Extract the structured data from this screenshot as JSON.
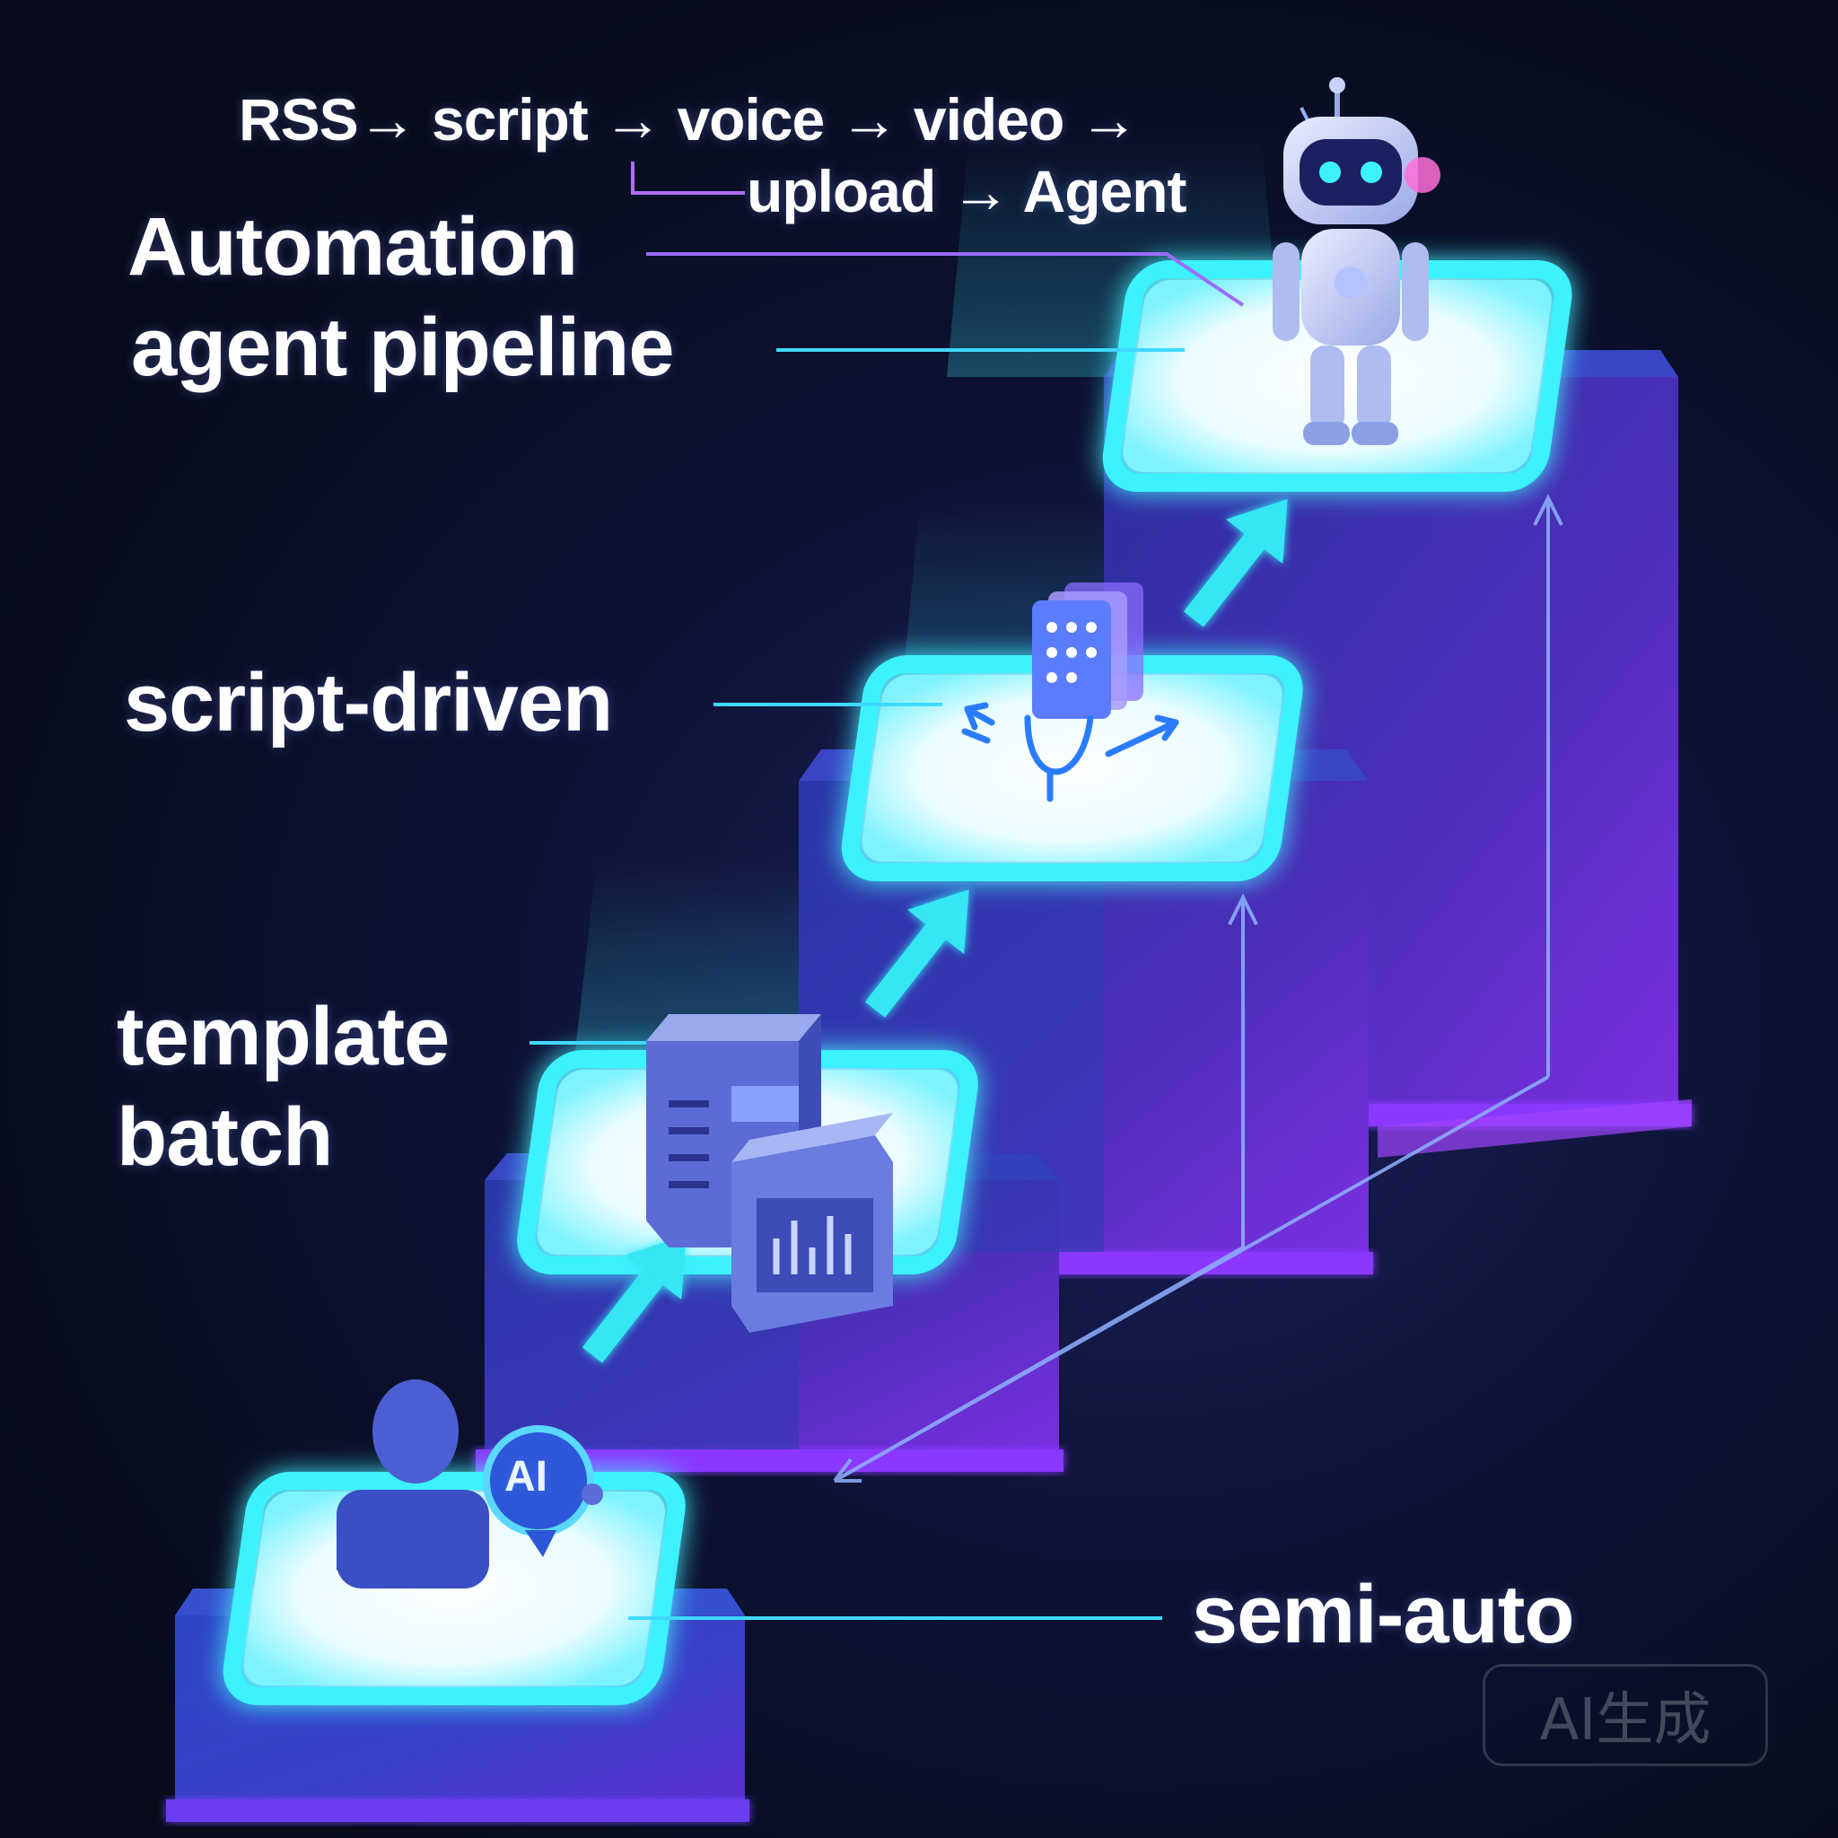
{
  "pipeline": {
    "line1": "RSS→ script → voice → video →",
    "line2": "upload → Agent"
  },
  "stages": [
    {
      "id": "automation",
      "title_line1": "Automation",
      "title_line2": "agent pipeline",
      "icon": "robot-icon"
    },
    {
      "id": "script",
      "title": "script-driven",
      "icon": "flow-cards-icon"
    },
    {
      "id": "template",
      "title_line1": "template",
      "title_line2": "batch",
      "icon": "server-blocks-icon"
    },
    {
      "id": "semi",
      "title": "semi-auto",
      "icon": "person-ai-icon"
    }
  ],
  "badges": {
    "ai": "AI"
  },
  "watermark": "AI生成",
  "colors": {
    "background": "#070b1a",
    "glow": "#3df2ff",
    "block_blue": "#2f49c8",
    "block_purple": "#6a2fd8",
    "accent_purple": "#b06cff"
  }
}
